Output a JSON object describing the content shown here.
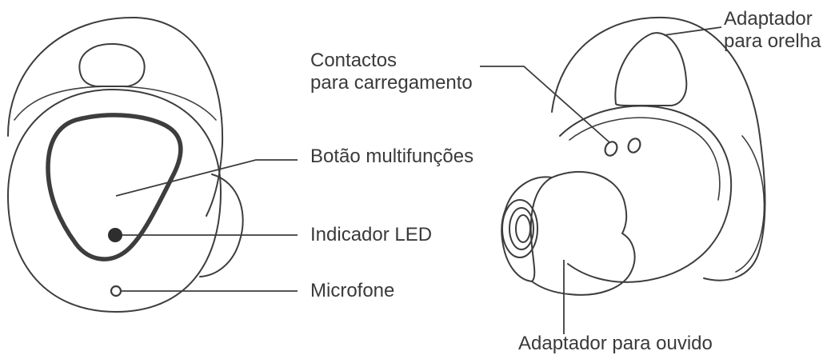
{
  "callouts": {
    "multifunction_button": "Botão multifunções",
    "led_indicator": "Indicador LED",
    "microphone": "Microfone",
    "charging_contacts": [
      "Contactos",
      "para carregamento"
    ],
    "ear_adapter": [
      "Adaptador",
      "para orelha"
    ],
    "ear_tip": "Adaptador para ouvido"
  },
  "colors": {
    "line": "#3d3d3d",
    "text": "#3a3a3a",
    "background": "#ffffff"
  }
}
